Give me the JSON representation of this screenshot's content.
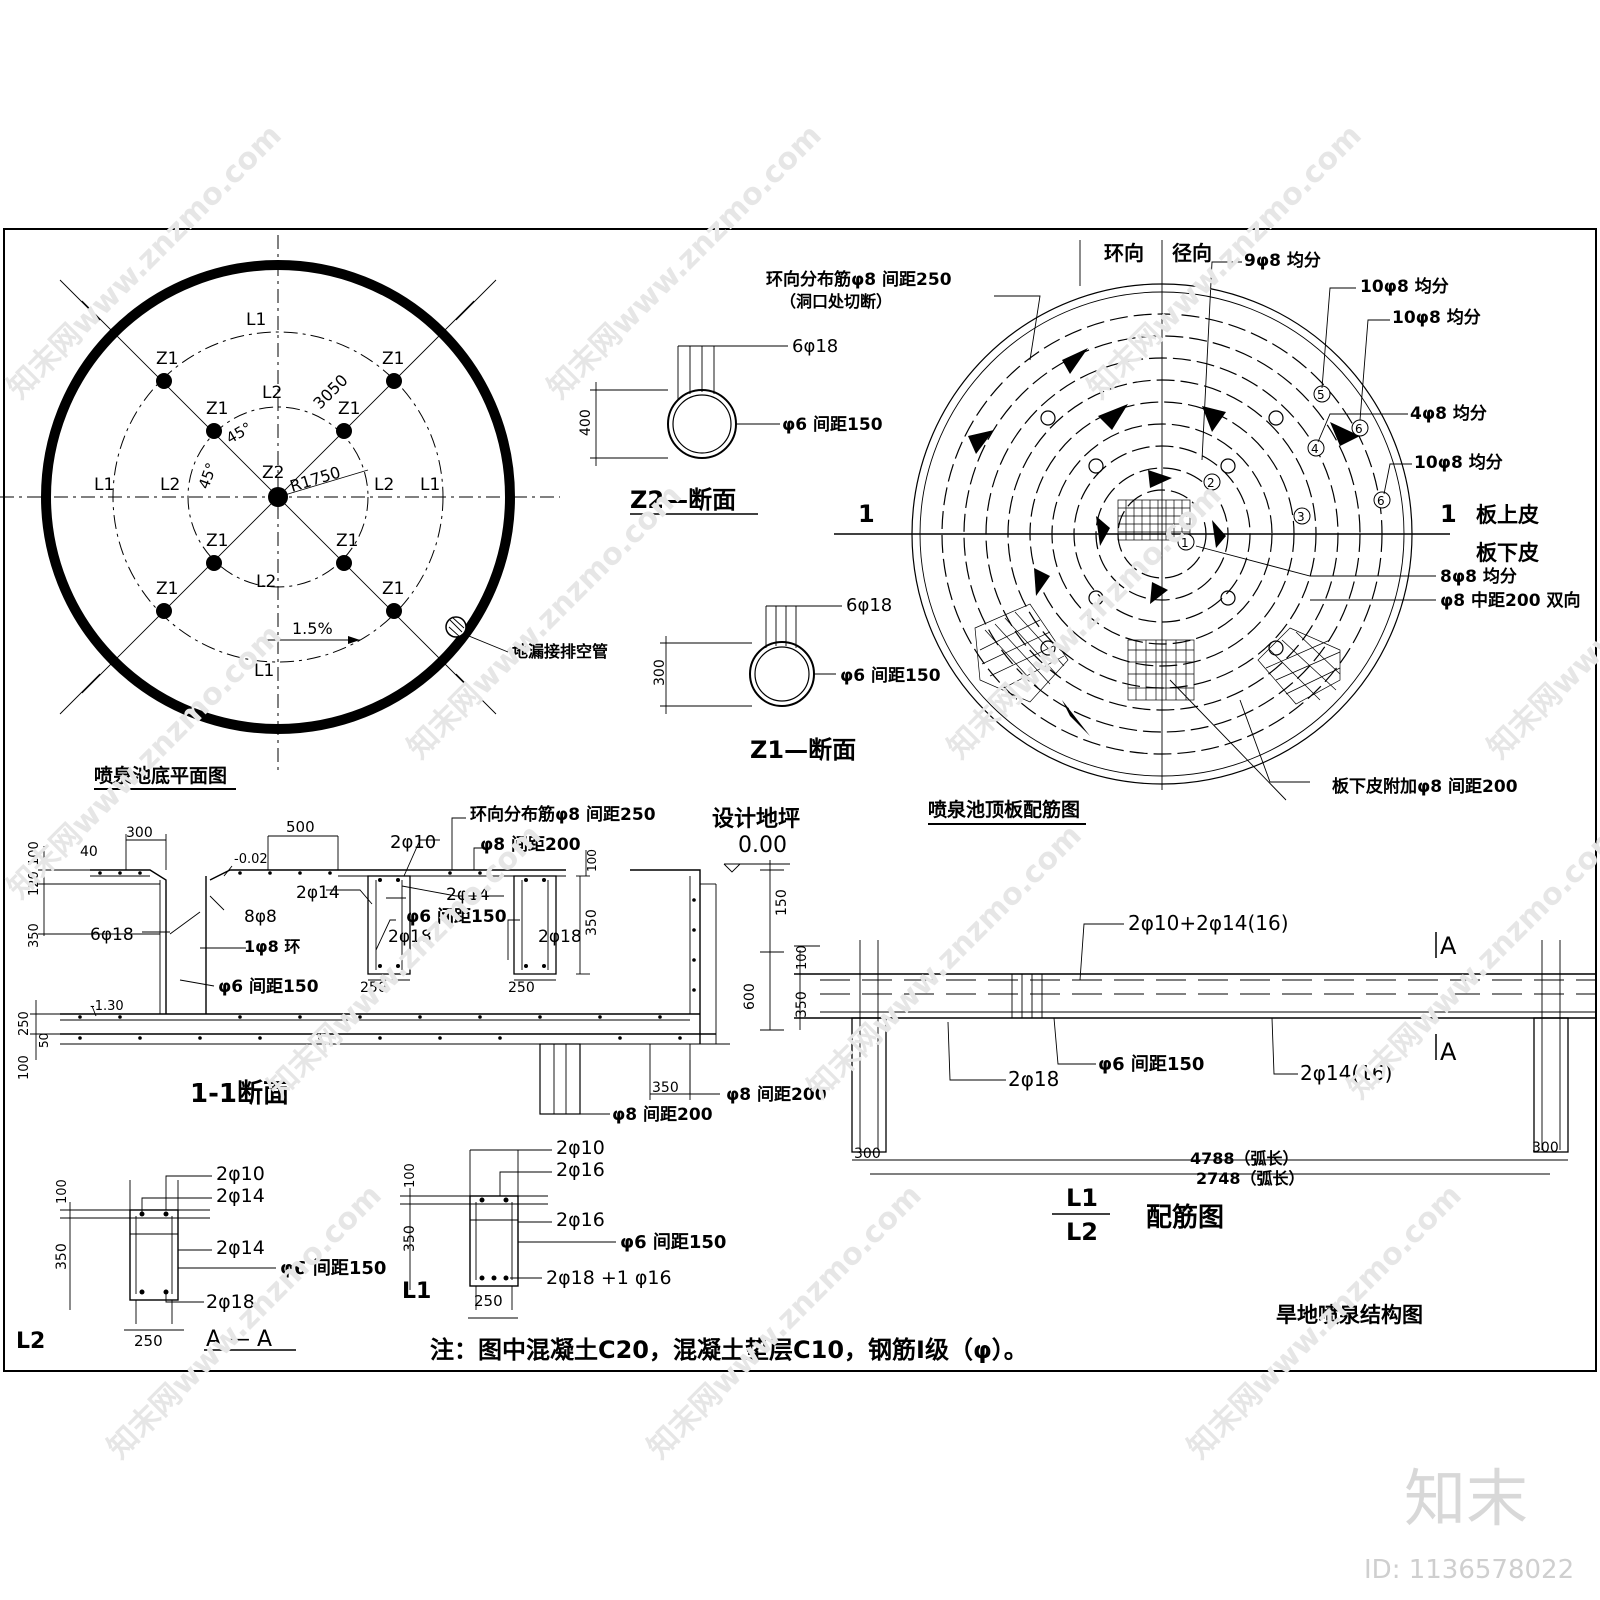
{
  "plan": {
    "title": "喷泉池底平面图",
    "l1": "L1",
    "l2": "L2",
    "z1": "Z1",
    "z2": "Z2",
    "dim_3050": "3050",
    "angle_a": "45°",
    "angle_b": "45°",
    "radius": "R1750",
    "slope": "1.5%",
    "drain_label": "地漏接排空管"
  },
  "z2_section": {
    "title": "Z2—断面",
    "rebar_main": "6φ18",
    "stirrup": "φ6 间距150",
    "dim": "400"
  },
  "z1_section": {
    "title": "Z1—断面",
    "rebar_main": "6φ18",
    "stirrup": "φ6 间距150",
    "dim": "300"
  },
  "roof": {
    "title": "喷泉池顶板配筋图",
    "dir_hoop": "环向",
    "dir_radial": "径向",
    "dist_bar": "环向分布筋φ8 间距250",
    "dist_bar_note": "（洞口处切断）",
    "n9": "9φ8 均分",
    "n10a": "10φ8 均分",
    "n10b": "10φ8 均分",
    "n4": "4φ8 均分",
    "n10c": "10φ8 均分",
    "n8": "8φ8 均分",
    "mesh": "φ8 中距200 双向",
    "bottom_add": "板下皮附加φ8 间距200",
    "cut_left": "1",
    "cut_right": "1",
    "top_face": "板上皮",
    "bottom_face": "板下皮",
    "markers": [
      "1",
      "2",
      "3",
      "4",
      "5",
      "6",
      "6"
    ]
  },
  "section11": {
    "title": "1-1断面",
    "ground": "设计地坪",
    "ground_level": "0.00",
    "lv1": "-0.02",
    "lv2": "-1.30",
    "d300": "300",
    "d500": "500",
    "d40": "40",
    "d100": "100",
    "d120": "120",
    "d350": "350",
    "d250": "250",
    "d50": "50",
    "d100b": "100",
    "r_dist": "环向分布筋φ8 间距250",
    "r_2p10": "2φ10",
    "r_p8": "φ8 间距200",
    "r_2p14a": "2φ14",
    "r_2p14b": "2φ14",
    "r_p6a": "φ6 间距150",
    "r_2p18a": "2φ18",
    "r_2p18b": "2φ18",
    "r_8p8": "8φ8",
    "r_6p18": "6φ18",
    "r_1p8": "1φ8 环",
    "r_p6b": "φ6 间距150",
    "d_100r": "100",
    "d_350r": "350",
    "d_250a": "250",
    "d_250b": "250",
    "d_150": "150",
    "d_600": "600",
    "d_350b": "350",
    "r_p8b": "φ8 间距200",
    "r_p8c": "φ8 间距200"
  },
  "beam": {
    "title": "配筋图",
    "l1": "L1",
    "l2": "L2",
    "top_bar": "2φ10+2φ14(16)",
    "sec_a": "A",
    "stirrup": "φ6 间距150",
    "bot_a": "2φ18",
    "bot_b": "2φ14(16)",
    "d100": "100",
    "d350": "350",
    "d300a": "300",
    "d300b": "300",
    "arc1": "4788（弧长）",
    "arc2": "2748（弧长）"
  },
  "aa": {
    "title": "A — A",
    "b1": "2φ10",
    "b2": "2φ14",
    "b3": "2φ14",
    "b4": "φ6 间距150",
    "b5": "2φ18",
    "d100": "100",
    "d350": "350",
    "d250": "250",
    "tag": "L2"
  },
  "l1sec": {
    "tag": "L1",
    "b1": "2φ10",
    "b2": "2φ16",
    "b3": "2φ16",
    "b4": "φ6 间距150",
    "b5": "2φ18 +1 φ16",
    "d100": "100",
    "d350": "350",
    "d250": "250"
  },
  "sheet_title": "旱地喷泉结构图",
  "note": "注：图中混凝土C20，混凝土垫层C10，钢筋Ⅰ级（φ）。",
  "watermark": {
    "text": "知末网www.znzmo.com",
    "logo": "知末",
    "id": "ID: 1136578022"
  }
}
